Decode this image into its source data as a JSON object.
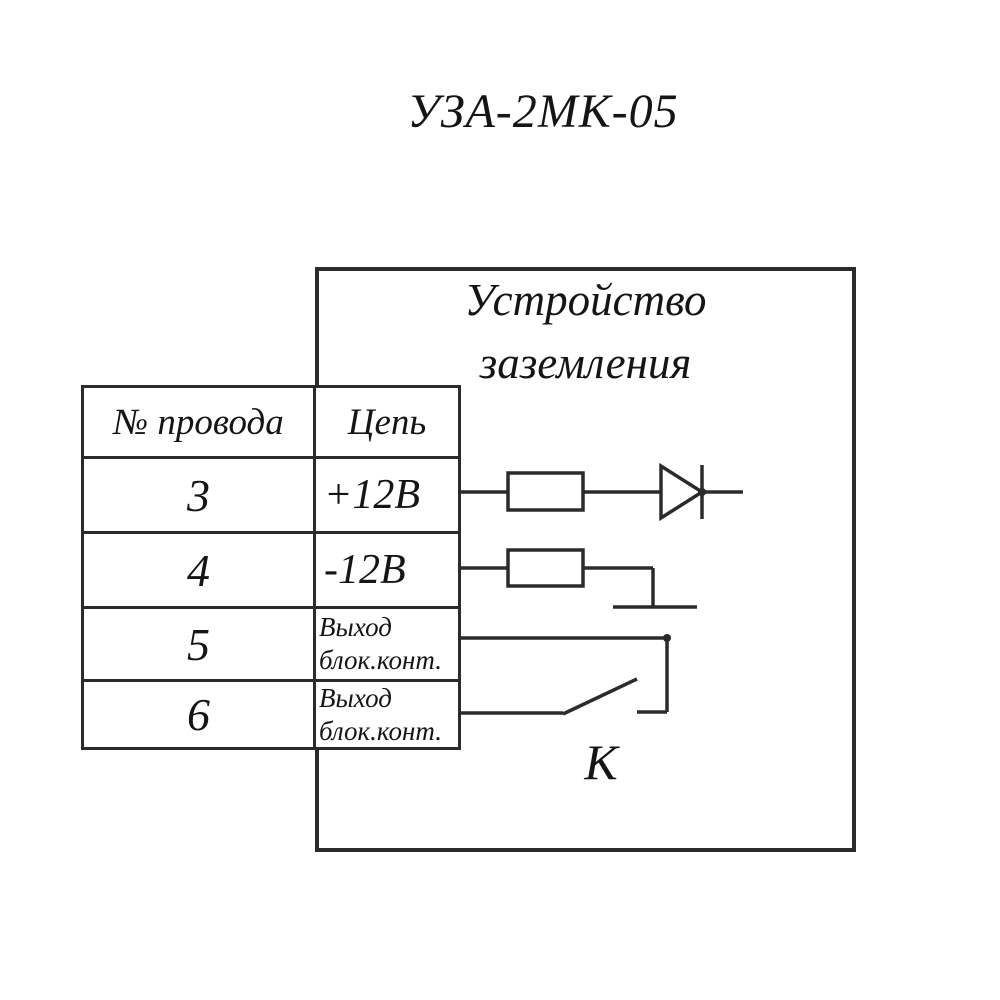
{
  "page": {
    "title": "УЗА-2МК-05",
    "background_color": "#ffffff",
    "ink_color": "#2b2b2b"
  },
  "device_box": {
    "label_line1": "Устройство",
    "label_line2": "заземления"
  },
  "wire_table": {
    "col_headers": [
      "№ провода",
      "Цепь"
    ],
    "rows": [
      {
        "wire_no": "3",
        "circuit": "+12В"
      },
      {
        "wire_no": "4",
        "circuit": "-12В"
      },
      {
        "wire_no": "5",
        "circuit_line1": "Выход",
        "circuit_line2": "блок.конт."
      },
      {
        "wire_no": "6",
        "circuit_line1": "Выход",
        "circuit_line2": "блок.конт."
      }
    ]
  },
  "schematic": {
    "contact_label": "К",
    "icons": [
      "fuse-icon",
      "diode-icon",
      "fuse-icon",
      "ground-icon",
      "switch-contact-icon"
    ]
  }
}
